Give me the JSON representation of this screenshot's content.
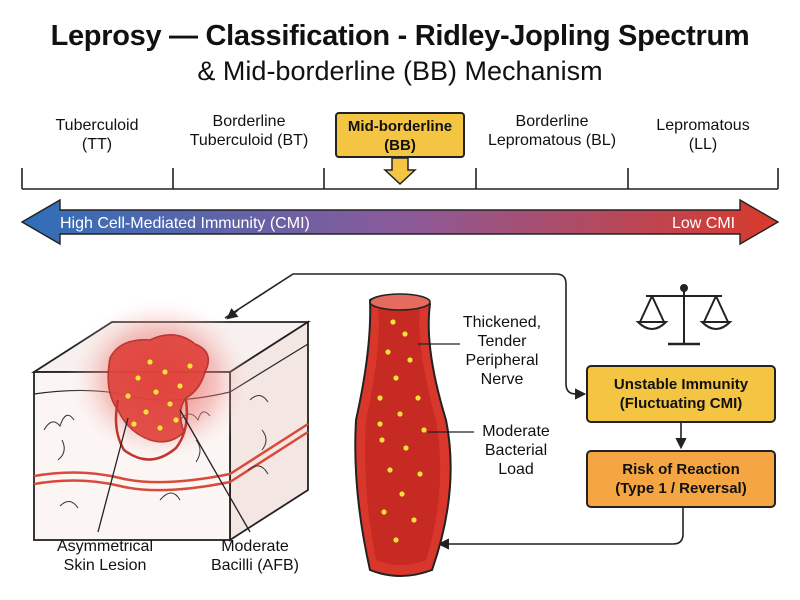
{
  "title": {
    "line1": "Leprosy — Classification - Ridley-Jopling Spectrum",
    "line2": "& Mid-borderline (BB) Mechanism"
  },
  "spectrum": {
    "categories": [
      {
        "line1": "Tuberculoid",
        "line2": "(TT)"
      },
      {
        "line1": "Borderline",
        "line2": "Tuberculoid (BT)"
      },
      {
        "line1": "Mid-borderline",
        "line2": "(BB)"
      },
      {
        "line1": "Borderline",
        "line2": "Lepromatous (BL)"
      },
      {
        "line1": "Lepromatous",
        "line2": "(LL)"
      }
    ],
    "high_label": "High Cell-Mediated Immunity (CMI)",
    "low_label": "Low CMI"
  },
  "skin": {
    "lesion_label_1": "Asymmetrical",
    "lesion_label_2": "Skin Lesion",
    "bacilli_label_1": "Moderate",
    "bacilli_label_2": "Bacilli (AFB)"
  },
  "nerve": {
    "thick_1": "Thickened,",
    "thick_2": "Tender",
    "thick_3": "Peripheral",
    "thick_4": "Nerve",
    "load_1": "Moderate",
    "load_2": "Bacterial",
    "load_3": "Load"
  },
  "mechanism": {
    "unstable_1": "Unstable Immunity",
    "unstable_2": "(Fluctuating CMI)",
    "risk_1": "Risk of Reaction",
    "risk_2": "(Type 1 / Reversal)"
  },
  "colors": {
    "bb_box": "#f4c542",
    "risk_box": "#f5a643",
    "high_cmi": "#2f6fb8",
    "low_cmi": "#d93a2b",
    "lesion": "#e0413a",
    "bacilli": "#f2e23a"
  },
  "icons": [
    "balance-scale-icon"
  ]
}
